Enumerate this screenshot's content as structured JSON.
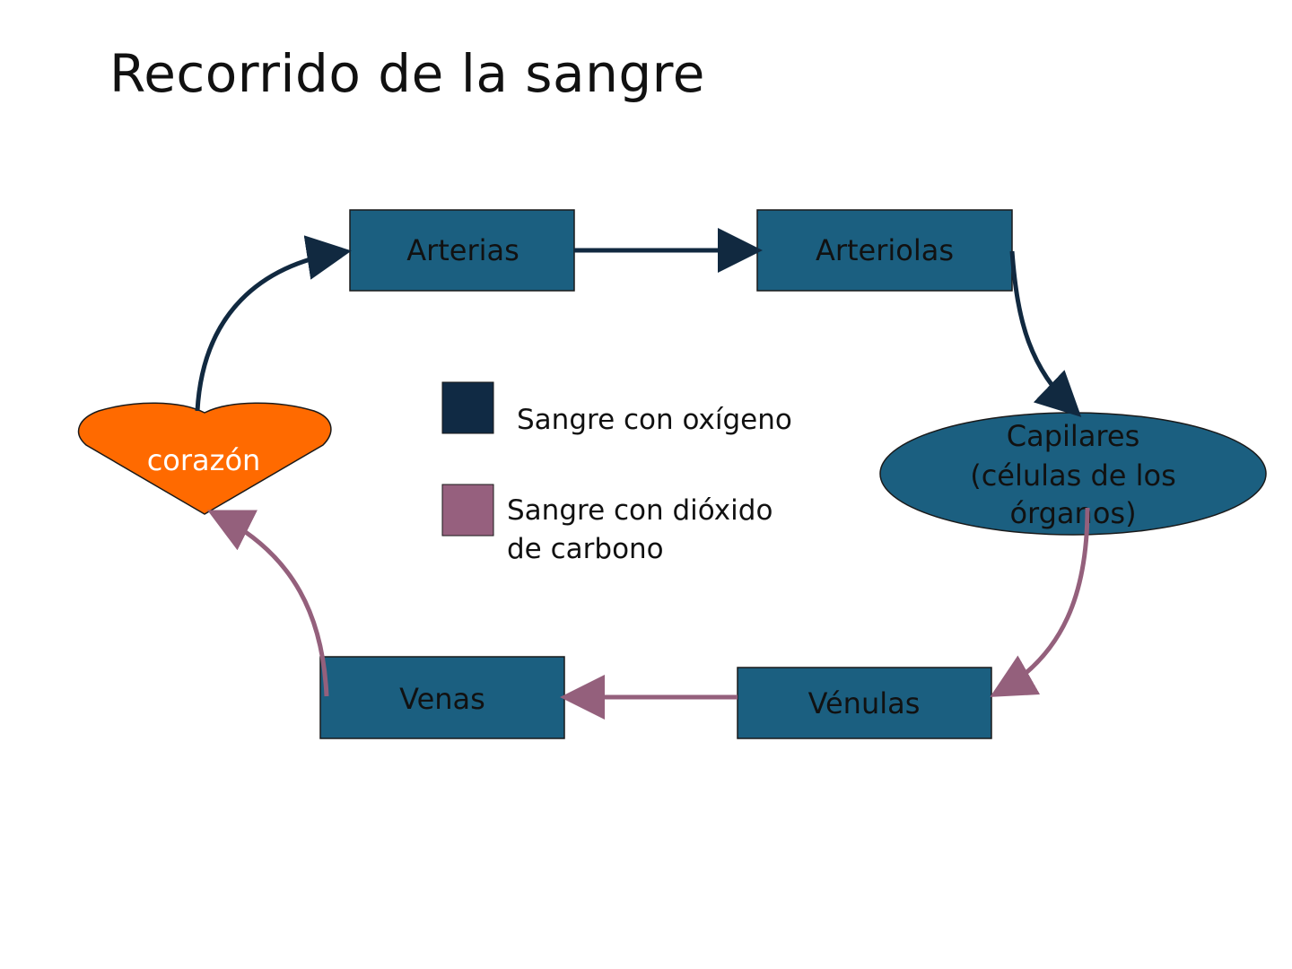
{
  "title": "Recorrido de la sangre",
  "colors": {
    "box_fill": "#1b5f80",
    "box_stroke": "#1a1a1a",
    "heart_fill": "#ff6a00",
    "oxygen_arrow": "#112940",
    "co2_arrow": "#94607c",
    "oxygen_swatch": "#102a44",
    "co2_swatch": "#96607e"
  },
  "nodes": {
    "arterias": "Arterias",
    "arteriolas": "Arteriolas",
    "capilares_line1": "Capilares",
    "capilares_line2": "(células de los",
    "capilares_line3": "órganos)",
    "venulas": "Vénulas",
    "venas": "Venas",
    "corazon": "corazón"
  },
  "legend": {
    "oxygen_line1": "Sangre con oxígeno",
    "co2_line1": "Sangre con dióxido",
    "co2_line2": "de carbono"
  }
}
